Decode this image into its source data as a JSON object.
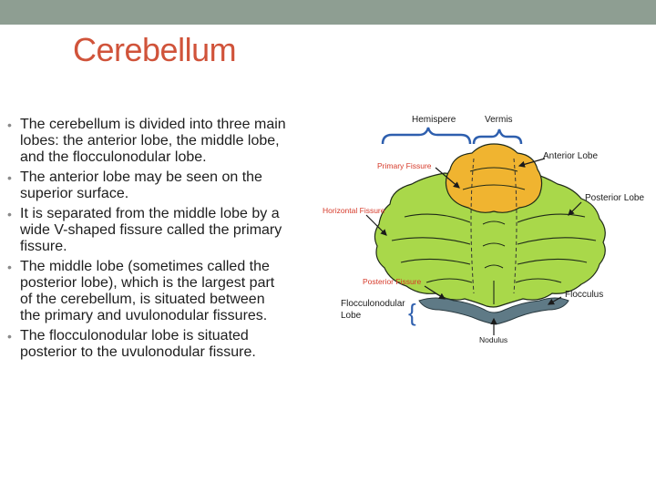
{
  "slide": {
    "title": "Cerebellum",
    "bullets": [
      "The cerebellum is divided into three main lobes: the anterior lobe, the middle lobe, and the flocculonodular lobe.",
      "The anterior lobe may be seen on the superior surface.",
      "It is separated from the middle lobe by a wide V-shaped fissure called the primary fissure.",
      "The middle lobe (sometimes called the posterior lobe), which is the largest part of the cerebellum, is situated between the primary and uvulonodular fissures.",
      "The flocculonodular lobe is situated posterior to the uvulonodular fissure."
    ]
  },
  "diagram": {
    "labels": {
      "hemisphere": "Hemispere",
      "vermis": "Vermis",
      "anterior_lobe": "Anterior Lobe",
      "primary_fissure": "Primary Fissure",
      "posterior_lobe": "Posterior Lobe",
      "horizontal_fissure": "Horizontal Fissure",
      "posterior_fissure": "Posterior Fissure",
      "flocculus": "Flocculus",
      "flocculonodular_line1": "Flocculonodular",
      "flocculonodular_line2": "Lobe",
      "nodulus": "Nodulus"
    },
    "colors": {
      "anterior": "#f0b430",
      "posterior": "#a9d84a",
      "flocculonodular": "#5f7a86",
      "bracket": "#2e5fae",
      "red_label": "#d63a2a"
    }
  }
}
